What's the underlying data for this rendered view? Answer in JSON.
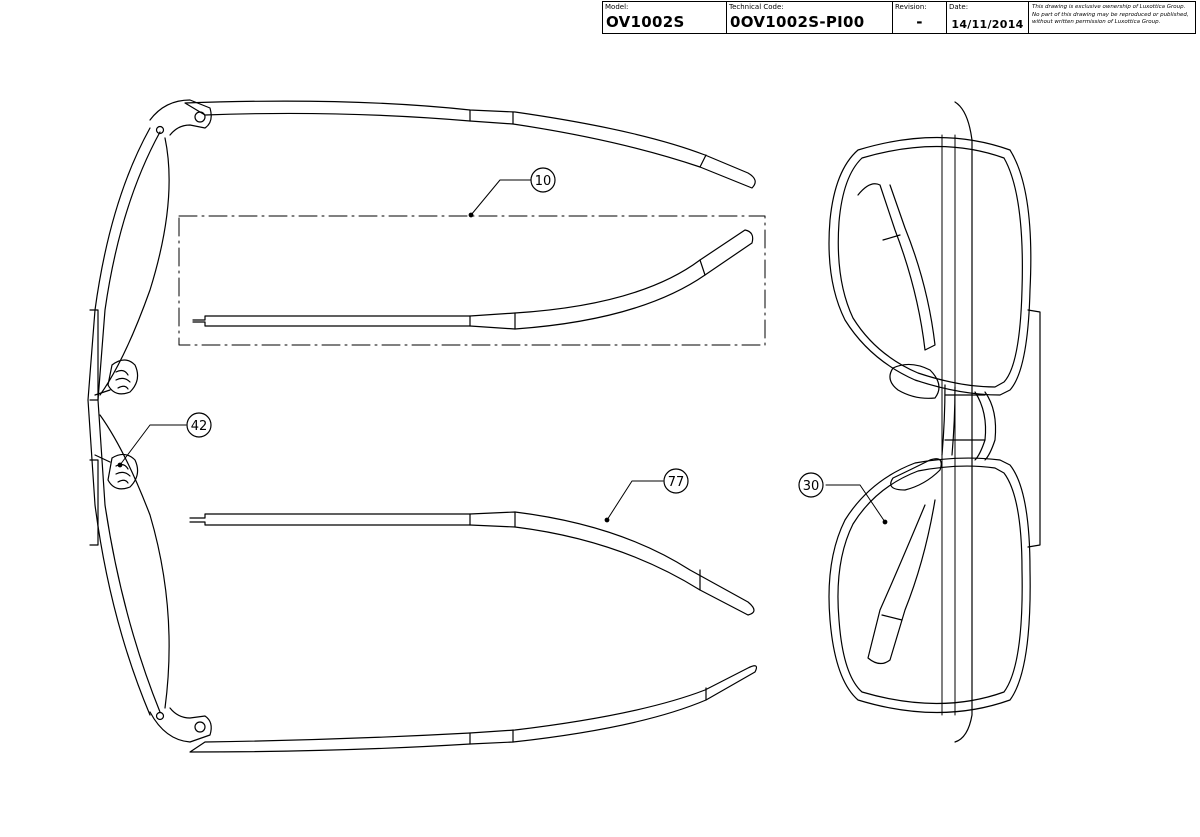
{
  "titleblock": {
    "model_label": "Model:",
    "model_value": "OV1002S",
    "code_label": "Technical Code:",
    "code_value": "0OV1002S-PI00",
    "revision_label": "Revision:",
    "revision_value": "-",
    "date_label": "Date:",
    "date_value": "14/11/2014",
    "note_line1": "This drawing is exclusive ownership of Luxottica Group.",
    "note_line2": "No part of this drawing may be reproduced or published,",
    "note_line3": "without written permission of Luxottica Group."
  },
  "callouts": {
    "c10": "10",
    "c42": "42",
    "c77": "77",
    "c30": "30"
  }
}
